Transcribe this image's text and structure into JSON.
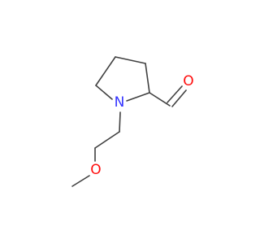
{
  "molecule": {
    "atoms": {
      "nitrogen": {
        "symbol": "N",
        "color": "#3333ff"
      },
      "carbonyl_oxygen": {
        "symbol": "O",
        "color": "#ff0d0d"
      },
      "ether_oxygen": {
        "symbol": "O",
        "color": "#ff0d0d"
      }
    },
    "bond_color": "#404040"
  }
}
